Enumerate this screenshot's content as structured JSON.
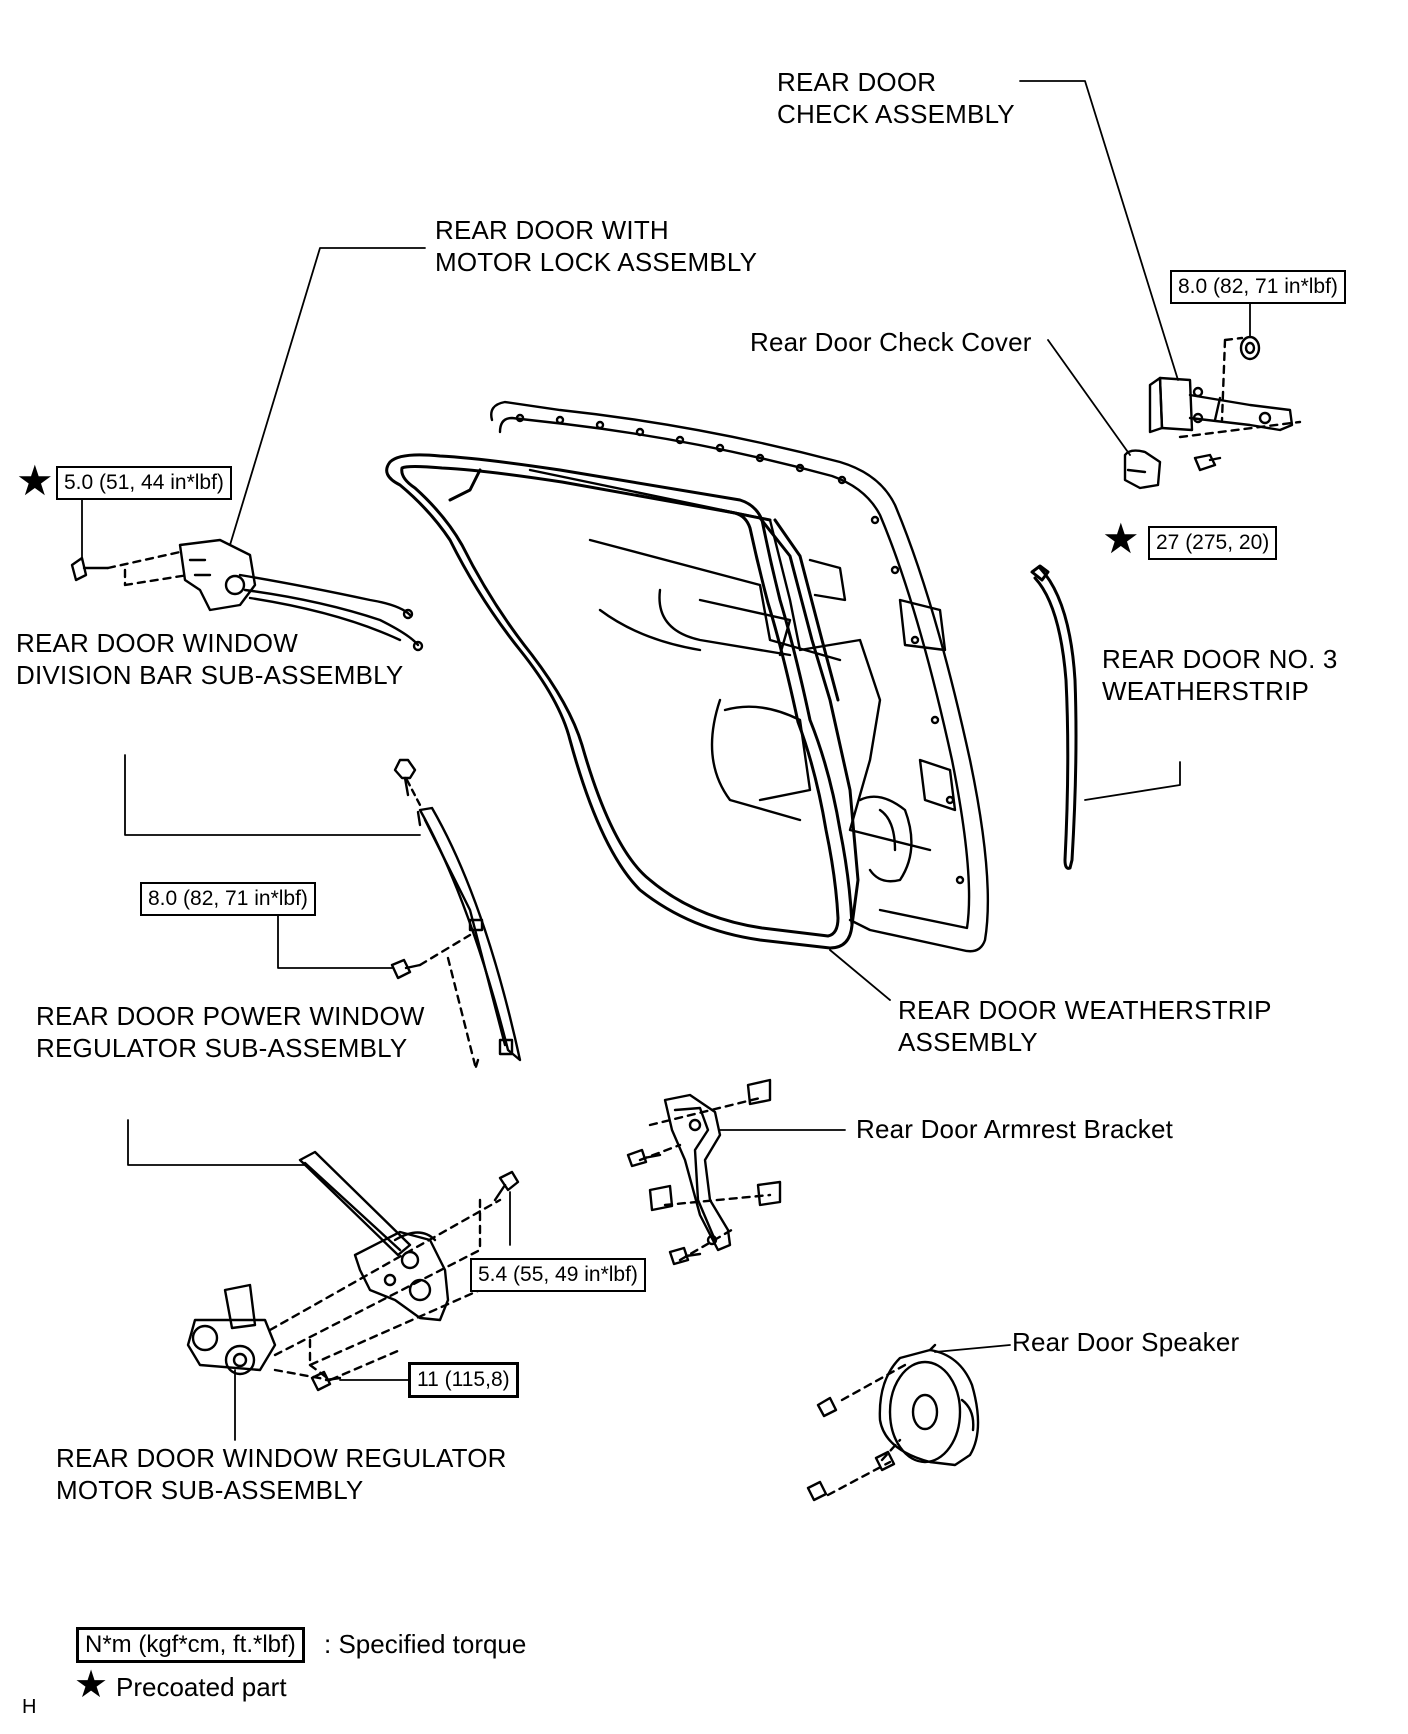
{
  "labels": {
    "check_assembly": [
      "REAR DOOR",
      "CHECK ASSEMBLY"
    ],
    "motor_lock": [
      "REAR DOOR WITH",
      "MOTOR LOCK ASSEMBLY"
    ],
    "check_cover": "Rear Door Check Cover",
    "division_bar": [
      "REAR DOOR WINDOW",
      "DIVISION BAR SUB-ASSEMBLY"
    ],
    "no3_weatherstrip": [
      "REAR DOOR NO. 3",
      "WEATHERSTRIP"
    ],
    "power_window_regulator": [
      "REAR DOOR POWER WINDOW",
      "REGULATOR SUB-ASSEMBLY"
    ],
    "weatherstrip_assembly": [
      "REAR DOOR WEATHERSTRIP",
      "ASSEMBLY"
    ],
    "armrest_bracket": "Rear Door Armrest Bracket",
    "speaker": "Rear Door Speaker",
    "regulator_motor": [
      "REAR DOOR  WINDOW REGULATOR",
      "MOTOR SUB-ASSEMBLY"
    ]
  },
  "torques": {
    "check_bolt": "8.0 (82, 71 in*lbf)",
    "check_hinge_bolt": "27 (275, 20)",
    "lock_screw": "5.0 (51, 44 in*lbf)",
    "division_bar_bolt": "8.0 (82, 71 in*lbf)",
    "regulator_bolt": "5.4 (55, 49 in*lbf)",
    "motor_bolt": "11 (115,8)"
  },
  "legend": {
    "torque_box": "N*m (kgf*cm, ft.*lbf)",
    "torque_text": ": Specified torque",
    "precoated_text": "Precoated part",
    "star_symbol": "★"
  },
  "corner_mark": "H"
}
